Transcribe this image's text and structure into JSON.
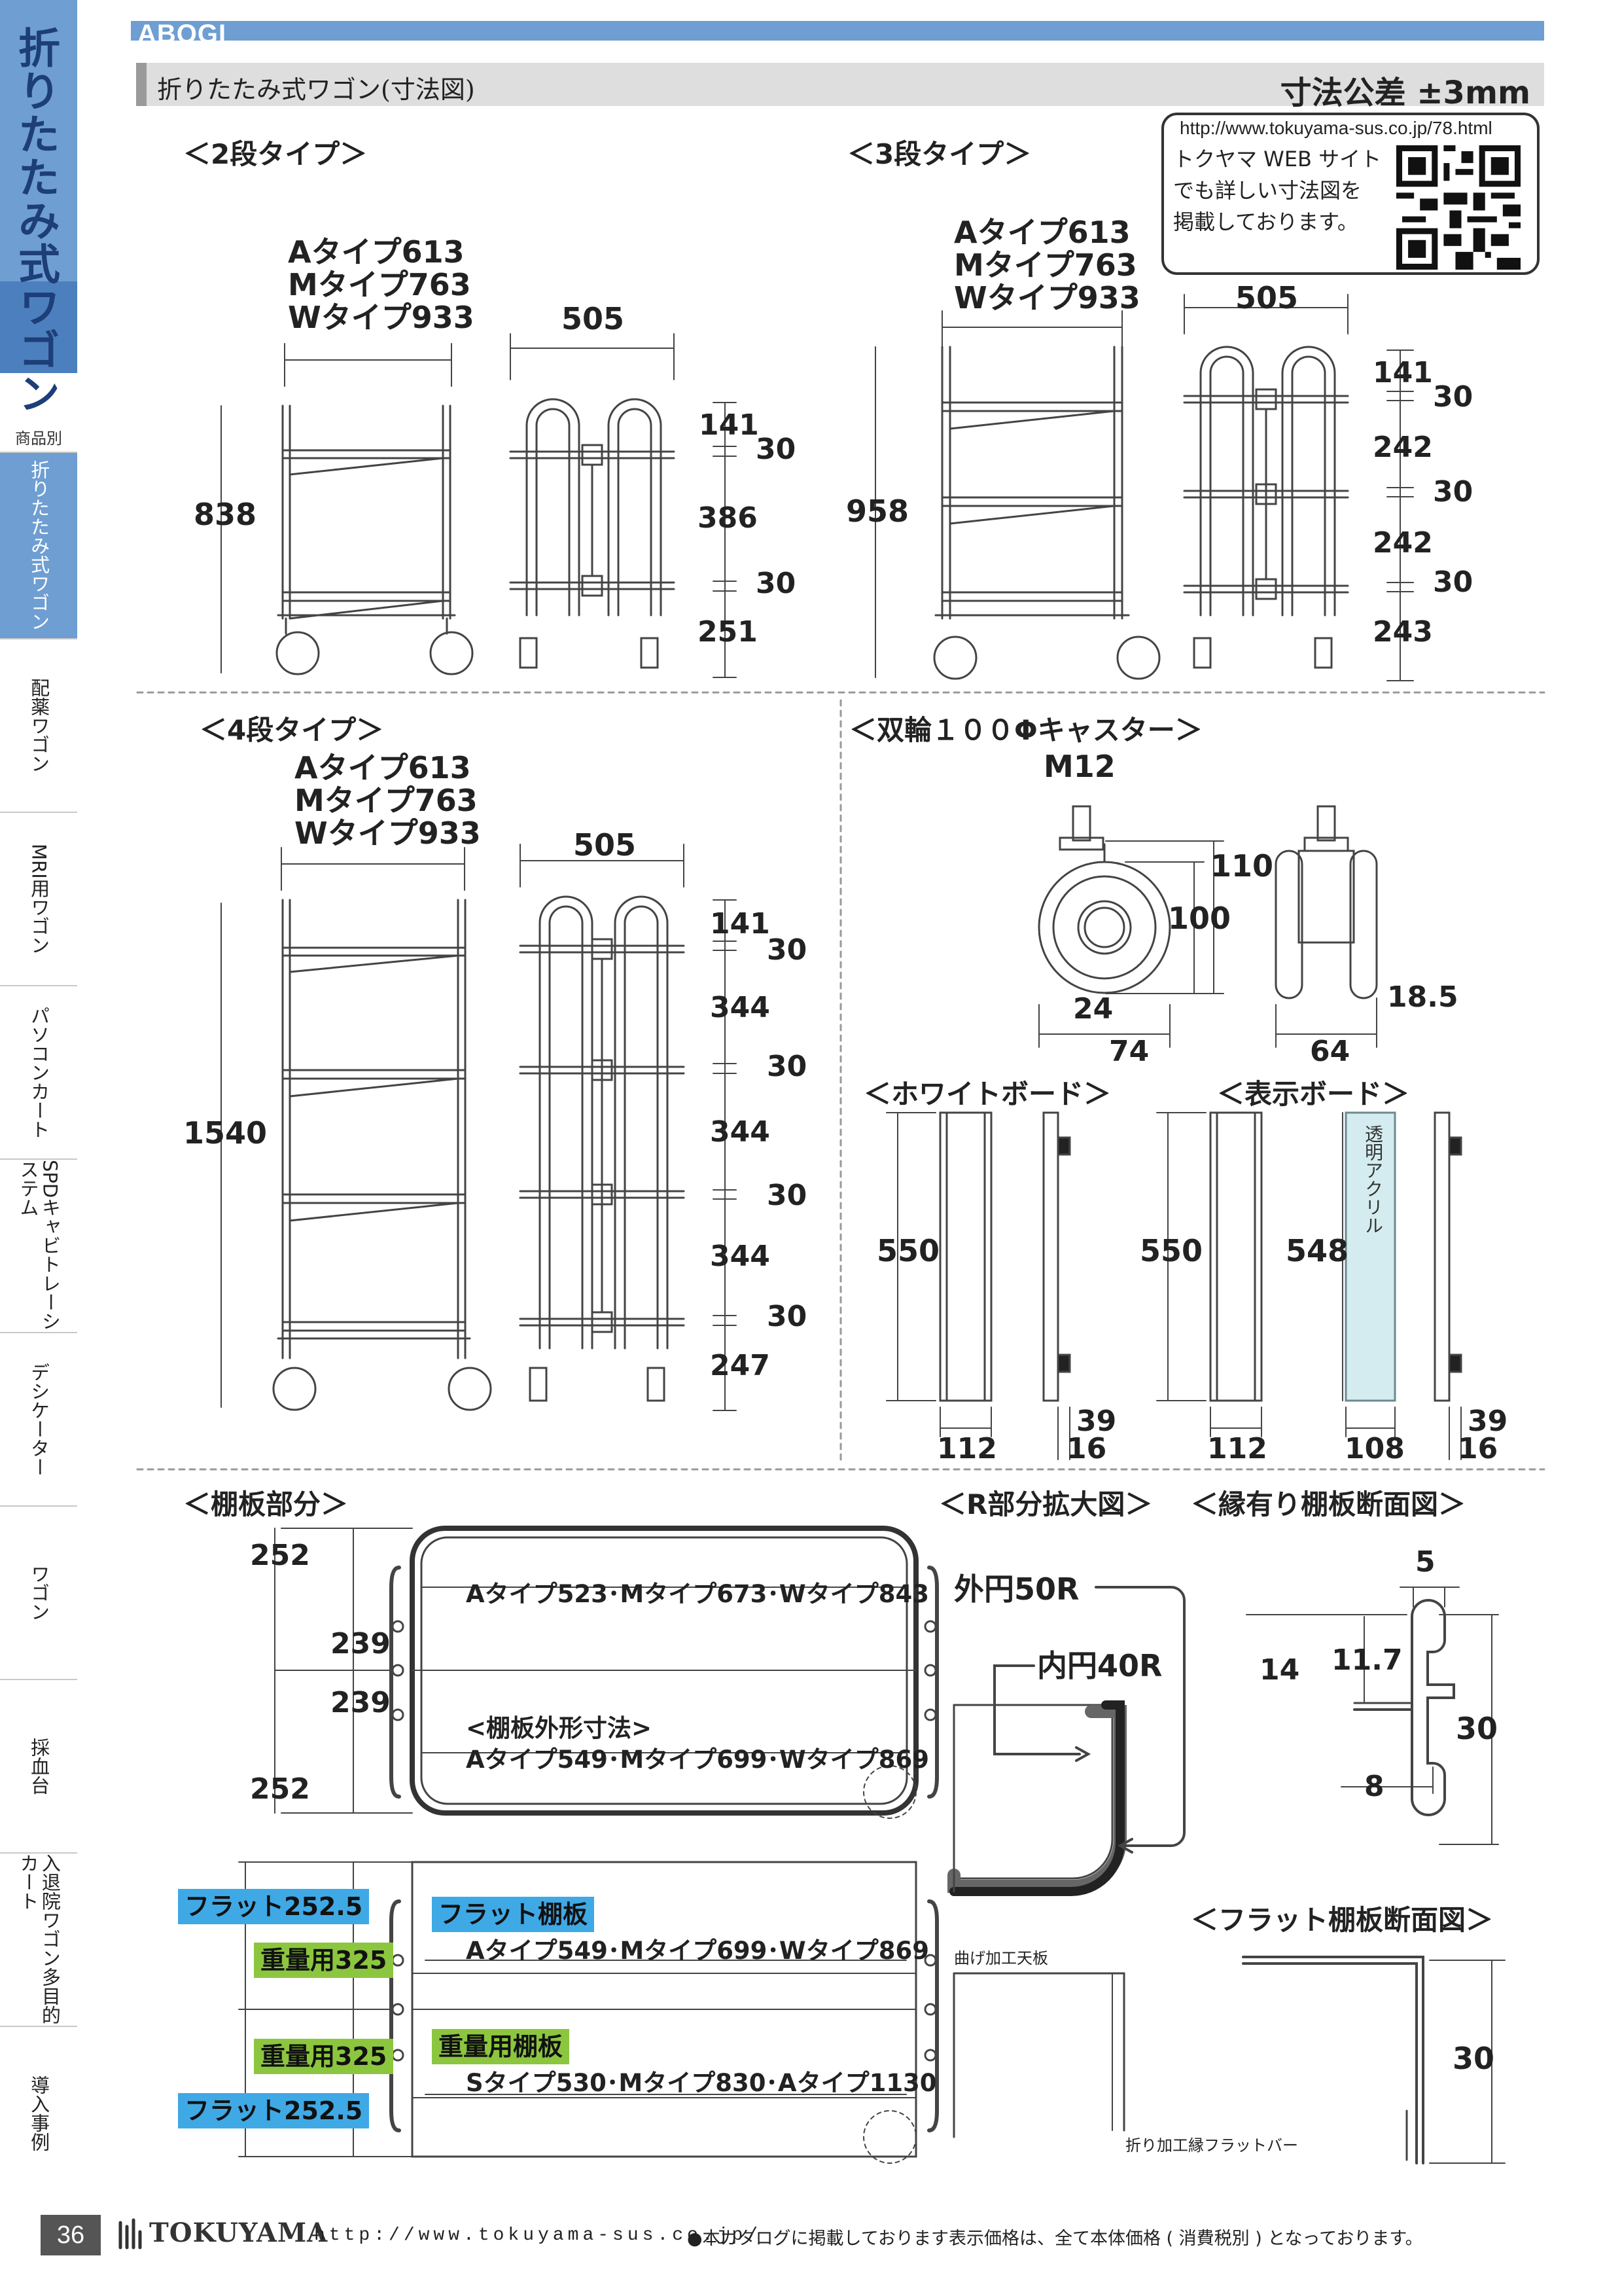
{
  "sidebar": {
    "book_title": "折りたたみ式ワゴン",
    "category_label": "商品別",
    "items": [
      {
        "label": "折りたたみ式ワゴン",
        "active": true
      },
      {
        "label": "配薬ワゴン"
      },
      {
        "label": "MRI用ワゴン"
      },
      {
        "label": "パソコンカート"
      },
      {
        "label": "SPDキャビトレーシステム"
      },
      {
        "label": "デシケーター"
      },
      {
        "label": "ワゴン"
      },
      {
        "label": "採血台"
      },
      {
        "label": "入退院ワゴン多目的カート"
      },
      {
        "label": "導入事例"
      }
    ]
  },
  "header": {
    "brand": "ABOGI",
    "title": "折りたたみ式ワゴン(寸法図)",
    "tolerance": "寸法公差 ±3mm"
  },
  "qr": {
    "url": "http://www.tokuyama-sus.co.jp/78.html",
    "lines": [
      "トクヤマ WEB サイト",
      "でも詳しい寸法図を",
      "掲載しております。"
    ]
  },
  "two_tier": {
    "label": "＜2段タイプ＞",
    "types": [
      "Aタイプ613",
      "Mタイプ763",
      "Wタイプ933"
    ],
    "width": "505",
    "height": "838",
    "dims": [
      "141",
      "30",
      "386",
      "30",
      "251"
    ]
  },
  "three_tier": {
    "label": "＜3段タイプ＞",
    "types": [
      "Aタイプ613",
      "Mタイプ763",
      "Wタイプ933"
    ],
    "width": "505",
    "height": "958",
    "dims": [
      "141",
      "30",
      "242",
      "30",
      "242",
      "30",
      "243"
    ]
  },
  "four_tier": {
    "label": "＜4段タイプ＞",
    "types": [
      "Aタイプ613",
      "Mタイプ763",
      "Wタイプ933"
    ],
    "width": "505",
    "height": "1540",
    "dims": [
      "141",
      "30",
      "344",
      "30",
      "344",
      "30",
      "344",
      "30",
      "247"
    ]
  },
  "caster": {
    "label": "＜双輪１００Φキャスター＞",
    "thread": "M12",
    "d110": "110",
    "d100": "100",
    "d24": "24",
    "d74": "74",
    "d64": "64",
    "d185": "18.5"
  },
  "whiteboard": {
    "label": "＜ホワイトボード＞",
    "height": "550",
    "width": "112",
    "depth1": "39",
    "depth2": "16"
  },
  "display_board": {
    "label": "＜表示ボード＞",
    "height": "550",
    "inner_height": "548",
    "acrylic": "透明アクリル",
    "width": "112",
    "inner_width": "108",
    "depth1": "39",
    "depth2": "16"
  },
  "shelf": {
    "label": "＜棚板部分＞",
    "d252a": "252",
    "d239a": "239",
    "d239b": "239",
    "d252b": "252",
    "inner_types": "Aタイプ523･Mタイプ673･Wタイプ843",
    "outer_label": "<棚板外形寸法>",
    "outer_types": "Aタイプ549･Mタイプ699･Wタイプ869",
    "tag_flat_top": "フラット252.5",
    "tag_heavy_top": "重量用325",
    "tag_heavy_bottom": "重量用325",
    "tag_flat_bottom": "フラット252.5",
    "flat_label": "フラット棚板",
    "flat_types": "Aタイプ549･Mタイプ699･Wタイプ869",
    "heavy_label": "重量用棚板",
    "heavy_types": "Sタイプ530･Mタイプ830･Aタイプ1130"
  },
  "r_detail": {
    "label": "＜R部分拡大図＞",
    "outer": "外円50R",
    "inner": "内円40R",
    "bent_top": "曲げ加工天板",
    "bent_bar": "折り加工縁フラットバー"
  },
  "rim_section": {
    "label": "＜縁有り棚板断面図＞",
    "d5": "5",
    "d14": "14",
    "d117": "11.7",
    "d30": "30",
    "d8": "8"
  },
  "flat_section": {
    "label": "＜フラット棚板断面図＞",
    "d30": "30"
  },
  "footer": {
    "page": "36",
    "logo": "TOKUYAMA",
    "url": "http://www.tokuyama-sus.co.jp/",
    "note": "●本カタログに掲載しております表示価格は、全て本体価格 ( 消費税別 ) となっております。"
  }
}
